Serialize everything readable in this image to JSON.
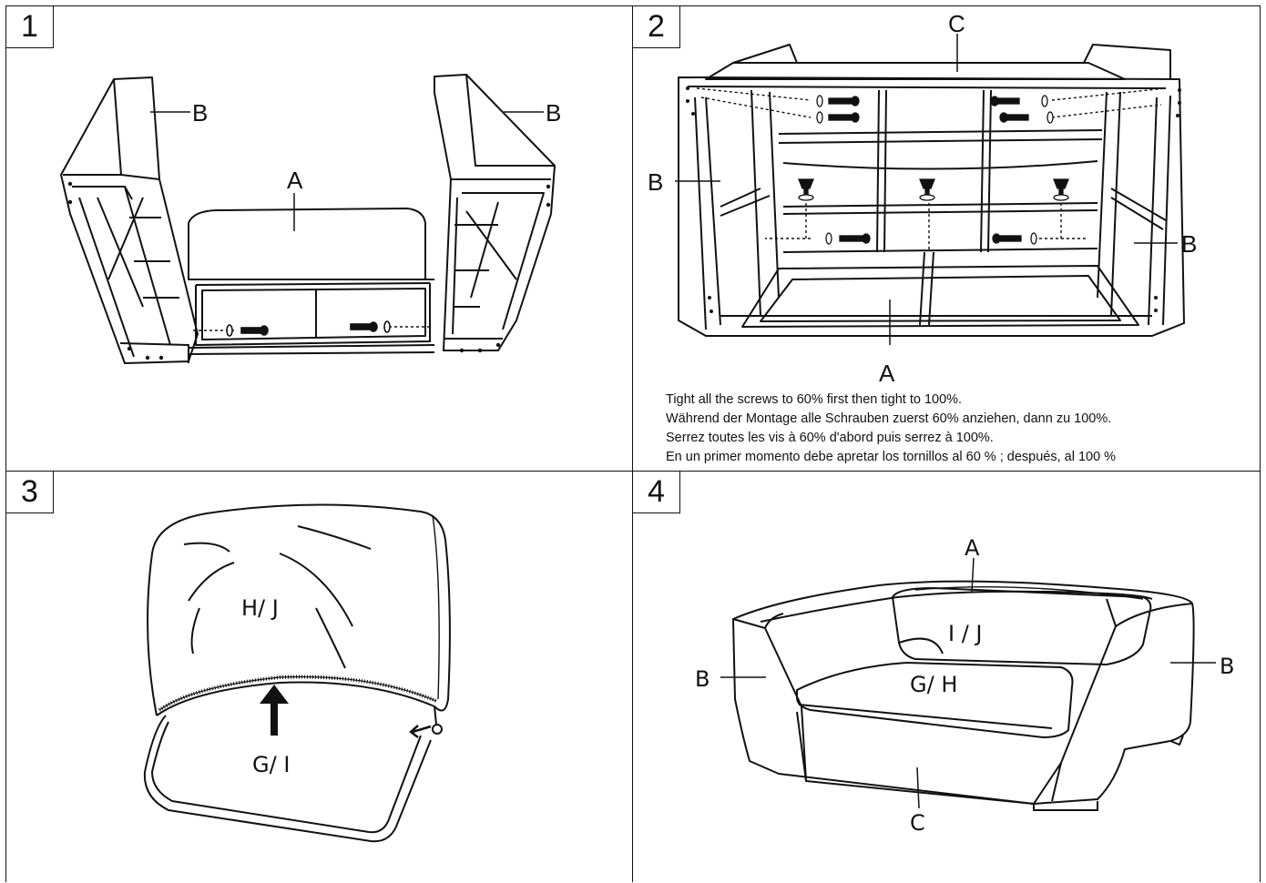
{
  "steps": [
    {
      "number": "1",
      "labels": {
        "arm_left": "B",
        "arm_right": "B",
        "base": "A"
      }
    },
    {
      "number": "2",
      "labels": {
        "back": "C",
        "arm_left": "B",
        "arm_right": "B",
        "base": "A"
      },
      "instructions": [
        "Tight all the screws to 60% first then tight to 100%.",
        "Während der Montage alle Schrauben zuerst 60% anziehen, dann zu 100%.",
        "Serrez toutes les vis à 60% d'abord puis serrez à 100%.",
        "En un primer momento debe apretar los tornillos al 60 % ; después, al 100 %"
      ]
    },
    {
      "number": "3",
      "labels": {
        "cover": "H/ J",
        "cushion": "G/ I"
      }
    },
    {
      "number": "4",
      "labels": {
        "top": "A",
        "back_cushion": "I / J",
        "seat_cushion": "G/ H",
        "arm_left": "B",
        "arm_right": "B",
        "front": "C"
      }
    }
  ]
}
